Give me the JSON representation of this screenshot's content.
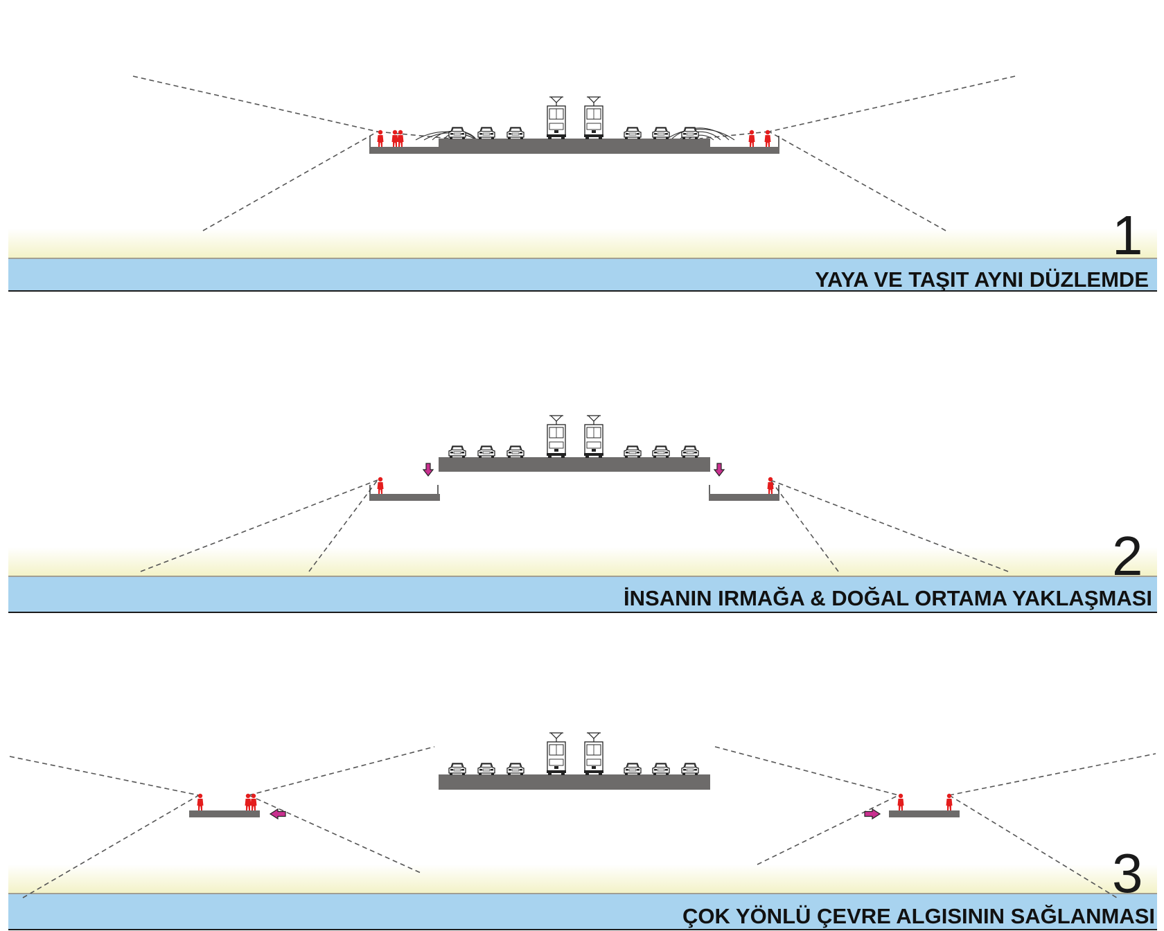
{
  "colors": {
    "water": "#a8d3ef",
    "bank": "#f6f5cf",
    "deck": "#6d6b6a",
    "person": "#e41d1d",
    "arrow": "#c9308f",
    "line": "#1a1a1a"
  },
  "icons": [
    "person-icon",
    "car-icon",
    "tram-icon",
    "noise-wave-icon",
    "arrow-down-icon",
    "arrow-left-icon",
    "arrow-right-icon"
  ],
  "panels": [
    {
      "number": "1",
      "caption": "YAYA VE TAŞIT AYNI DÜZLEMDE"
    },
    {
      "number": "2",
      "caption": "İNSANIN IRMAĞA & DOĞAL ORTAMA YAKLAŞMASI"
    },
    {
      "number": "3",
      "caption": "ÇOK YÖNLÜ ÇEVRE ALGISININ SAĞLANMASI"
    }
  ]
}
